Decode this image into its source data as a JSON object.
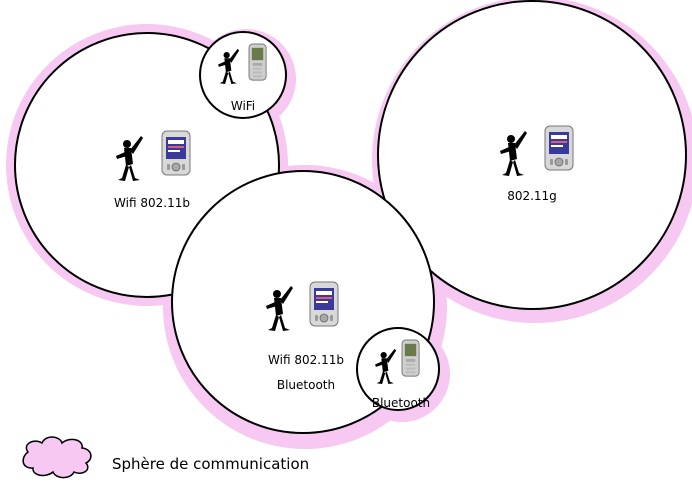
{
  "labels": {
    "wifi_small": "WiFi",
    "wifi_left": "Wifi 802.11b",
    "g_right": "802.11g",
    "wifi_center": "Wifi 802.11b",
    "bt_center": "Bluetooth",
    "bt_small": "Bluetooth"
  },
  "legend": {
    "text": "Sphère de communication"
  },
  "colors": {
    "sphere_fill": "#f6c8f2",
    "circle_fill": "#ffffff",
    "outline": "#000000",
    "device_screen": "#3a3a9a"
  }
}
